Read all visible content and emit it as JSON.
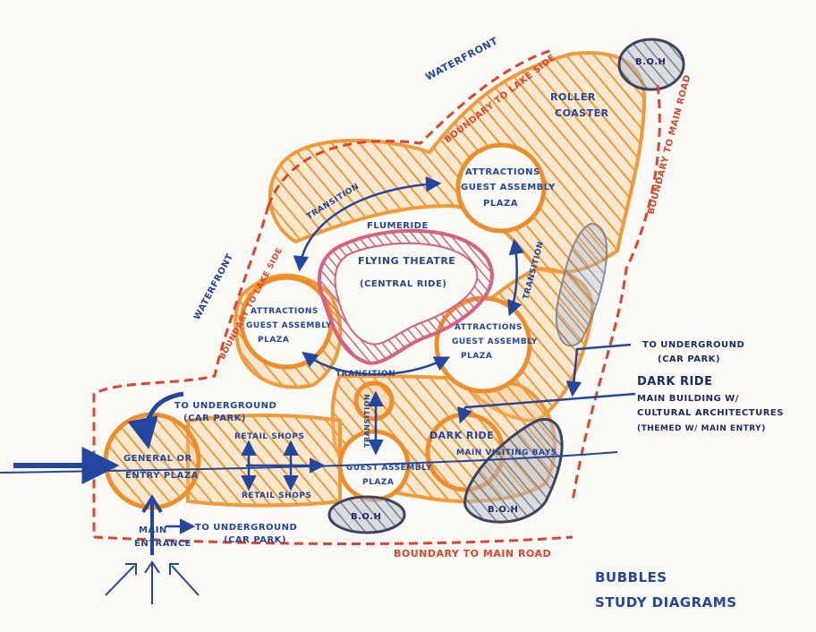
{
  "colors": {
    "paper": "#fbfaf6",
    "orange": "#f4a24a",
    "orange_dark": "#ee8d2a",
    "red_boundary": "#e0452b",
    "blue_ink": "#2346a0",
    "navy_ink": "#1d2a6b",
    "grey_boh": "#6f7686",
    "pink": "#d9607f"
  },
  "labels": {
    "waterfront_top": "WATERFRONT",
    "boundary_lake_top": "BOUNDARY TO LAKE SIDE",
    "roller_coaster_1": "ROLLER",
    "roller_coaster_2": "COASTER",
    "boh_top": "B.O.H",
    "boundary_main_right": "BOUNDARY TO MAIN ROAD",
    "attractions_ne_1": "ATTRACTIONS",
    "attractions_ne_2": "GUEST ASSEMBLY",
    "attractions_ne_3": "PLAZA",
    "transition_nw": "TRANSITION",
    "flumeride": "FLUMERIDE",
    "flying_theatre": "FLYING THEATRE",
    "central_ride": "(CENTRAL RIDE)",
    "transition_e": "TRANSITION",
    "transition_s": "TRANSITION",
    "transition_v": "TRANSITION",
    "waterfront_left": "WATERFRONT",
    "boundary_lake_left": "BOUNDARY TO LAKE SIDE",
    "attractions_w_1": "ATTRACTIONS",
    "attractions_w_2": "GUEST ASSEMBLY",
    "attractions_w_3": "PLAZA",
    "attractions_e_1": "ATTRACTIONS",
    "attractions_e_2": "GUEST ASSEMBLY",
    "attractions_e_3": "PLAZA",
    "to_underground_r1": "TO UNDERGROUND",
    "to_underground_r2": "(CAR PARK)",
    "dark_ride_title": "DARK RIDE",
    "dark_ride_desc_1": "MAIN BUILDING W/",
    "dark_ride_desc_2": "CULTURAL ARCHITECTURES",
    "dark_ride_desc_3": "(THEMED W/ MAIN ENTRY)",
    "to_underground_l1": "TO UNDERGROUND",
    "to_underground_l2": "(CAR PARK)",
    "retail_shops_top": "RETAIL SHOPS",
    "retail_shops_bottom": "RETAIL SHOPS",
    "general_entry_1": "GENERAL OR",
    "general_entry_2": "ENTRY PLAZA",
    "dark_ride_main_1": "DARK RIDE",
    "dark_ride_main_2": "MAIN VISITING BAYS",
    "guest_assembly_plaza_1": "GUEST ASSEMBLY",
    "guest_assembly_plaza_2": "PLAZA",
    "boh_center": "B.O.H",
    "boh_right": "B.O.H",
    "main_entrance_1": "MAIN",
    "main_entrance_2": "ENTRANCE",
    "to_underground_b1": "TO UNDERGROUND",
    "to_underground_b2": "(CAR PARK)",
    "boundary_main_bottom": "BOUNDARY TO MAIN ROAD",
    "caption_1": "BUBBLES",
    "caption_2": "STUDY DIAGRAMS"
  }
}
